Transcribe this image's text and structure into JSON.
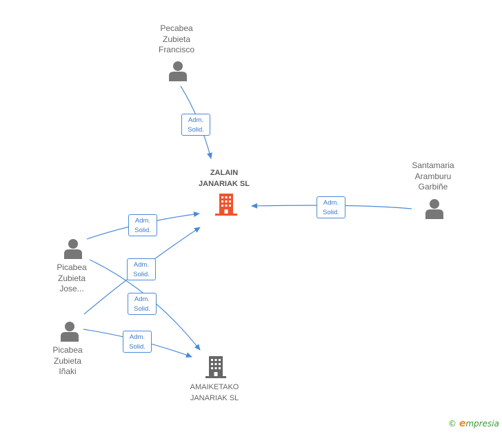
{
  "persons": {
    "pecabea": {
      "line1": "Pecabea",
      "line2": "Zubieta",
      "line3": "Francisco"
    },
    "santamaria": {
      "line1": "Santamaria",
      "line2": "Aramburu",
      "line3": "Garbiñe"
    },
    "picabea_jose": {
      "line1": "Picabea",
      "line2": "Zubieta",
      "line3": "Jose..."
    },
    "picabea_inaki": {
      "line1": "Picabea",
      "line2": "Zubieta",
      "line3": "Iñaki"
    }
  },
  "companies": {
    "zalain": {
      "line1": "ZALAIN",
      "line2": "JANARIAK SL"
    },
    "amaiketako": {
      "line1": "AMAIKETAKO",
      "line2": "JANARIAK SL"
    }
  },
  "relation": {
    "line1": "Adm.",
    "line2": "Solid."
  },
  "colors": {
    "edge": "#4a8ad8",
    "main_company": "#f0532b",
    "company": "#666666",
    "person": "#777777"
  },
  "brand": {
    "symbol": "©",
    "initial": "e",
    "rest": "mpresia"
  }
}
